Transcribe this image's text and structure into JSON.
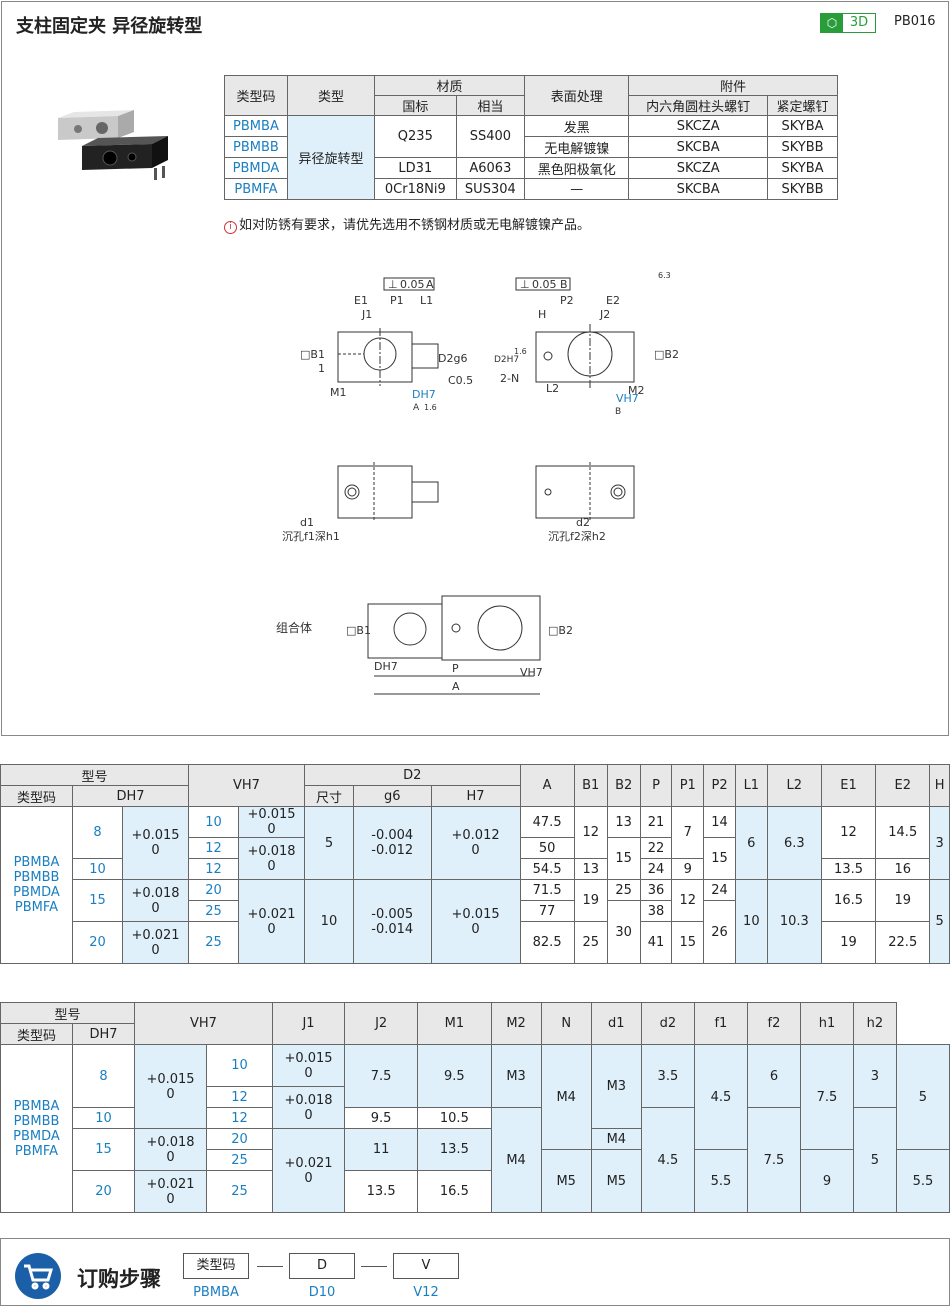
{
  "header": {
    "title": "支柱固定夹  异径旋转型",
    "badge": "3D",
    "code": "PB016"
  },
  "material_table": {
    "h_type_code": "类型码",
    "h_type": "类型",
    "h_material": "材质",
    "h_surface": "表面处理",
    "h_accessory": "附件",
    "h_std": "国标",
    "h_equiv": "相当",
    "h_screw1": "内六角圆柱头螺钉",
    "h_screw2": "紧定螺钉",
    "type_value": "异径旋转型",
    "rows": [
      {
        "code": "PBMBA",
        "std": "Q235",
        "equiv": "SS400",
        "surface": "发黑",
        "s1": "SKCZA",
        "s2": "SKYBA"
      },
      {
        "code": "PBMBB",
        "surface": "无电解镀镍",
        "s1": "SKCBA",
        "s2": "SKYBB"
      },
      {
        "code": "PBMDA",
        "std": "LD31",
        "equiv": "A6063",
        "surface": "黑色阳极氧化",
        "s1": "SKCZA",
        "s2": "SKYBA"
      },
      {
        "code": "PBMFA",
        "std": "0Cr18Ni9",
        "equiv": "SUS304",
        "surface": "—",
        "s1": "SKCBA",
        "s2": "SKYBB"
      }
    ]
  },
  "note": "如对防锈有要求，请优先选用不锈钢材质或无电解镀镍产品。",
  "drawing": {
    "tol1": "0.05",
    "ref1": "A",
    "tol2": "0.05",
    "ref2": "B",
    "rough": "6.3",
    "labels_left": [
      "E1",
      "P1",
      "L1",
      "J1",
      "□B1",
      "1",
      "D2g6",
      "C0.5",
      "M1",
      "DH7",
      "A",
      "1.6"
    ],
    "labels_right": [
      "P2",
      "E2",
      "H",
      "J2",
      "D2H7",
      "1.6",
      "2-N",
      "L2",
      "M2",
      "VH7",
      "B",
      "□B2"
    ],
    "cap_d1": "d1",
    "cap_f1": "沉孔f1深h1",
    "cap_d2": "d2",
    "cap_f2": "沉孔f2深h2",
    "assembly_label": "组合体",
    "asm_b1": "□B1",
    "asm_b2": "□B2",
    "asm_d": "DH7",
    "asm_p": "P",
    "asm_v": "VH7",
    "asm_a": "A"
  },
  "dim_table1": {
    "h_model": "型号",
    "h_type_code": "类型码",
    "h_d": "DH7",
    "h_v": "VH7",
    "h_d2": "D2",
    "h_size": "尺寸",
    "h_g6": "g6",
    "h_h7": "H7",
    "cols": [
      "A",
      "B1",
      "B2",
      "P",
      "P1",
      "P2",
      "L1",
      "L2",
      "E1",
      "E2",
      "H"
    ],
    "codes": "PBMBA\nPBMBB\nPBMDA\nPBMFA",
    "d": [
      "8",
      "10",
      "15",
      "20"
    ],
    "dtol": [
      "+0.015\n0",
      "+0.018\n0",
      "+0.021\n0"
    ],
    "v": [
      "10",
      "12",
      "12",
      "20",
      "25",
      "25"
    ],
    "vtol": [
      "+0.015\n0",
      "+0.018\n0",
      "+0.021\n0"
    ],
    "d2": [
      "5",
      "10"
    ],
    "g6": [
      "-0.004\n-0.012",
      "-0.005\n-0.014"
    ],
    "h7": [
      "+0.012\n0",
      "+0.015\n0"
    ],
    "A": [
      "47.5",
      "50",
      "54.5",
      "71.5",
      "77",
      "82.5"
    ],
    "B1": [
      "12",
      "13",
      "19",
      "25"
    ],
    "B2": [
      "13",
      "15",
      "25",
      "30"
    ],
    "P": [
      "21",
      "22",
      "24",
      "36",
      "38",
      "41"
    ],
    "P1": [
      "7",
      "9",
      "12",
      "15"
    ],
    "P2": [
      "14",
      "15",
      "24",
      "26"
    ],
    "L1": [
      "6",
      "10"
    ],
    "L2": [
      "6.3",
      "10.3"
    ],
    "E1": [
      "12",
      "13.5",
      "16.5",
      "19"
    ],
    "E2": [
      "14.5",
      "16",
      "19",
      "22.5"
    ],
    "H": [
      "3",
      "5"
    ]
  },
  "dim_table2": {
    "cols": [
      "J1",
      "J2",
      "M1",
      "M2",
      "N",
      "d1",
      "d2",
      "f1",
      "f2",
      "h1",
      "h2"
    ],
    "J1": [
      "7.5",
      "9.5",
      "11",
      "13.5"
    ],
    "J2": [
      "9.5",
      "10.5",
      "13.5",
      "16.5"
    ],
    "M1": [
      "M3",
      "M4"
    ],
    "M2": [
      "M4",
      "M5"
    ],
    "N": [
      "M3",
      "M4",
      "M5"
    ],
    "d1": [
      "3.5",
      "4.5"
    ],
    "d2": [
      "4.5",
      "5.5"
    ],
    "f1": [
      "6",
      "7.5"
    ],
    "f2": [
      "7.5",
      "9"
    ],
    "h1": [
      "3",
      "5"
    ],
    "h2": [
      "5",
      "5.5"
    ]
  },
  "order": {
    "title": "订购步骤",
    "b1": "类型码",
    "b2": "D",
    "b3": "V",
    "v1": "PBMBA",
    "v2": "D10",
    "v3": "V12"
  }
}
